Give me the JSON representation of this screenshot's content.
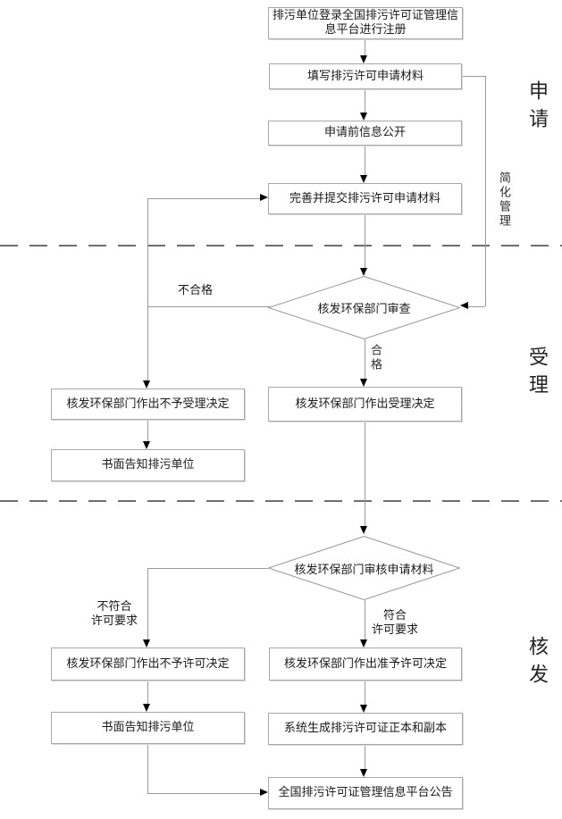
{
  "diagram": {
    "stages": [
      {
        "id": "apply",
        "label": "申请"
      },
      {
        "id": "accept",
        "label": "受理"
      },
      {
        "id": "issue",
        "label": "核发"
      }
    ],
    "nodes": {
      "register": {
        "label": "排污单位登录全国排污许可证管理信息平台进行注册"
      },
      "fill": {
        "label": "填写排污许可申请材料"
      },
      "disclosure": {
        "label": "申请前信息公开"
      },
      "submit": {
        "label": "完善并提交排污许可申请材料"
      },
      "review": {
        "label": "核发环保部门审查"
      },
      "reject_accept": {
        "label": "核发环保部门作出不予受理决定"
      },
      "notify_reject": {
        "label": "书面告知排污单位"
      },
      "accept_decision": {
        "label": "核发环保部门作出受理决定"
      },
      "verify": {
        "label": "核发环保部门审核申请材料"
      },
      "deny": {
        "label": "核发环保部门作出不予许可决定"
      },
      "grant": {
        "label": "核发环保部门作出准予许可决定"
      },
      "notify_deny": {
        "label": "书面告知排污单位"
      },
      "generate": {
        "label": "系统生成排污许可证正本和副本"
      },
      "announce": {
        "label": "全国排污许可证管理信息平台公告"
      }
    },
    "edge_labels": {
      "unqualified": "不合格",
      "qualified": "合格",
      "simplified_management": "简化管理",
      "not_meet_requirements": "不符合\n许可要求",
      "meet_requirements": "符合\n许可要求"
    },
    "colors": {
      "background": "#ffffff",
      "line": "#9a9a9a",
      "box_border": "#a8a8a8",
      "arrowhead": "#000000",
      "text": "#1a1a1a",
      "divider": "#6e6e6e"
    }
  }
}
